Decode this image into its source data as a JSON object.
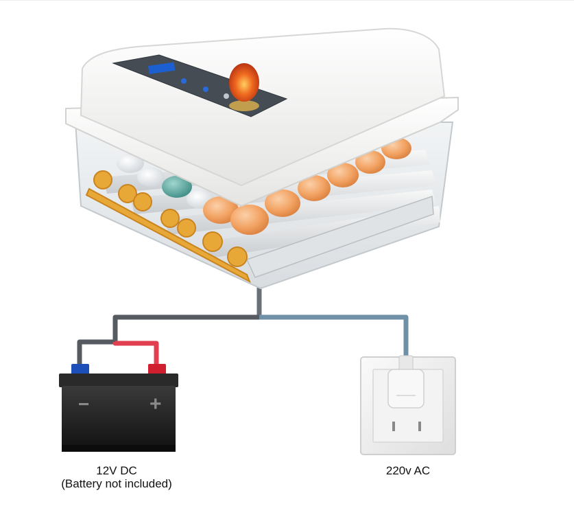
{
  "battery": {
    "caption_line1": "12V DC",
    "caption_line2": "(Battery not included)",
    "negative_symbol": "−",
    "positive_symbol": "+"
  },
  "outlet": {
    "caption": "220v AC"
  },
  "colors": {
    "lid": "#f3f3f1",
    "egg_orange": "#f0a060",
    "candling_egg": "#e04818",
    "gear": "#e8a838",
    "teal_egg": "#5aa8a0",
    "positive_wire": "#e04050",
    "negative_terminal": "#2050b0",
    "positive_terminal": "#d02030",
    "ac_wire": "#7090a8"
  },
  "icons": [
    "incubator-illustration",
    "candling-egg-icon",
    "car-battery-icon",
    "wall-outlet-icon",
    "power-plug-icon"
  ]
}
